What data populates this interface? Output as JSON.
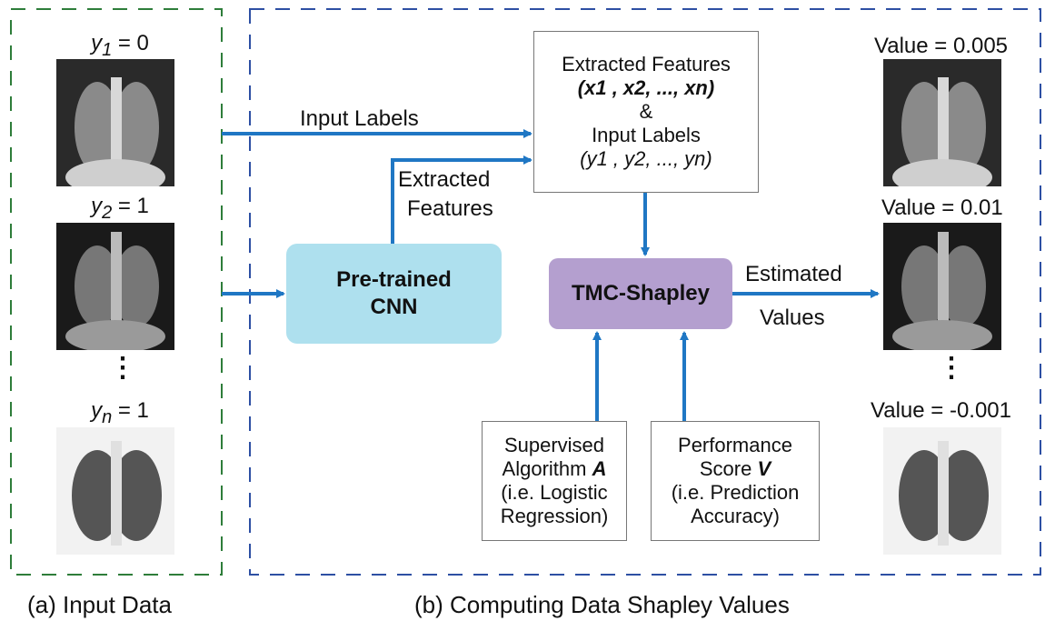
{
  "panel_a": {
    "caption": "(a) Input Data",
    "samples": [
      {
        "label_var": "y",
        "label_sub": "1",
        "label_val": "= 0"
      },
      {
        "label_var": "y",
        "label_sub": "2",
        "label_val": "= 1"
      },
      {
        "label_var": "y",
        "label_sub": "n",
        "label_val": "= 1"
      }
    ],
    "ellipsis": "⋮"
  },
  "panel_b": {
    "caption": "(b) Computing Data Shapley Values",
    "input_labels_text": "Input Labels",
    "extracted_features_line1": "Extracted",
    "extracted_features_line2": "Features",
    "features_box": {
      "line1": "Extracted Features",
      "line2": "(x1 , x2, ..., xn)",
      "line3": "&",
      "line4": "Input Labels",
      "line5": "(y1 , y2, ..., yn)"
    },
    "cnn": {
      "line1": "Pre-trained",
      "line2": "CNN"
    },
    "tmc": {
      "label": "TMC-Shapley"
    },
    "estimated_line1": "Estimated",
    "estimated_line2": "Values",
    "algo_box": {
      "line1": "Supervised",
      "line2": "Algorithm",
      "var": "A",
      "line3": "(i.e. Logistic",
      "line4": "Regression)"
    },
    "perf_box": {
      "line1": "Performance",
      "line2": "Score",
      "var": "V",
      "line3": "(i.e. Prediction",
      "line4": "Accuracy)"
    },
    "outputs": [
      {
        "value": "Value = 0.005"
      },
      {
        "value": "Value = 0.01"
      },
      {
        "value": "Value = -0.001"
      }
    ],
    "ellipsis": "⋮"
  },
  "colors": {
    "arrow": "#1f77c4",
    "green_dash": "#2e7d3a",
    "blue_dash": "#2d4fa3",
    "cnn_fill": "#aee0ee",
    "tmc_fill": "#b49fcf"
  }
}
